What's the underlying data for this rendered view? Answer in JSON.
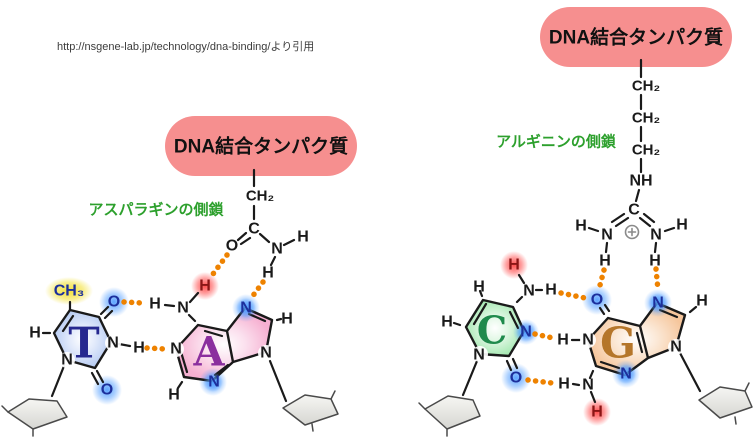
{
  "citation": "http://nsgene-lab.jp/technology/dna-binding/より引用",
  "left": {
    "protein_label": "DNA結合タンパク質",
    "side_chain_label": "アスパラギンの側鎖",
    "asparagine": {
      "ch2": "CH₂",
      "c": "C",
      "o": "O",
      "n": "N",
      "h_amide": "H",
      "h_bond": "H"
    },
    "thymine": {
      "letter": "T",
      "ch3": "CH₃",
      "o4": "O",
      "o2": "O",
      "n3": "N",
      "n1": "N",
      "h_c6": "H",
      "h_n3": "H"
    },
    "adenine": {
      "letter": "A",
      "n6": "N",
      "h_n6": "H",
      "h_n6_red": "H",
      "n1": "N",
      "n3": "N",
      "n7": "N",
      "n9": "N",
      "h_c2": "H",
      "h_c8": "H"
    }
  },
  "right": {
    "protein_label": "DNA結合タンパク質",
    "side_chain_label": "アルギニンの側鎖",
    "arginine": {
      "ch2_1": "CH₂",
      "ch2_2": "CH₂",
      "ch2_3": "CH₂",
      "nh": "NH",
      "c": "C",
      "charge_icon": "plus-in-circle",
      "n_left": "N",
      "h_left": "H",
      "h_left_down": "H",
      "n_right": "N",
      "h_right": "H",
      "h_right_down": "H"
    },
    "cytosine": {
      "letter": "C",
      "h_red": "H",
      "n4": "N",
      "h_n4": "H",
      "h_c5": "H",
      "h_c6": "H",
      "n3": "N",
      "n1": "N",
      "o2": "O"
    },
    "guanine": {
      "letter": "G",
      "o6": "O",
      "n1": "N",
      "h_n1": "H",
      "n2": "N",
      "h_n2": "H",
      "h_red": "H",
      "n3": "N",
      "n7": "N",
      "h_c8": "H",
      "n9": "N"
    }
  },
  "colors": {
    "protein_bubble": "#f68f8f",
    "side_chain_label": "#2da02d",
    "hydrogen_bond": "#ee8200",
    "thymine_ring": "#b9cdf3",
    "adenine_ring": "#f6b0d1",
    "cytosine_ring": "#a8e9b4",
    "guanine_ring": "#f6c69c",
    "letter_t": "#26288f",
    "letter_a": "#8b2f9e",
    "letter_c": "#1f8a4c",
    "letter_g": "#b5762a",
    "glow_yellow": "#f2e030",
    "glow_blue": "#55a0ff",
    "glow_red": "#ff4545"
  }
}
